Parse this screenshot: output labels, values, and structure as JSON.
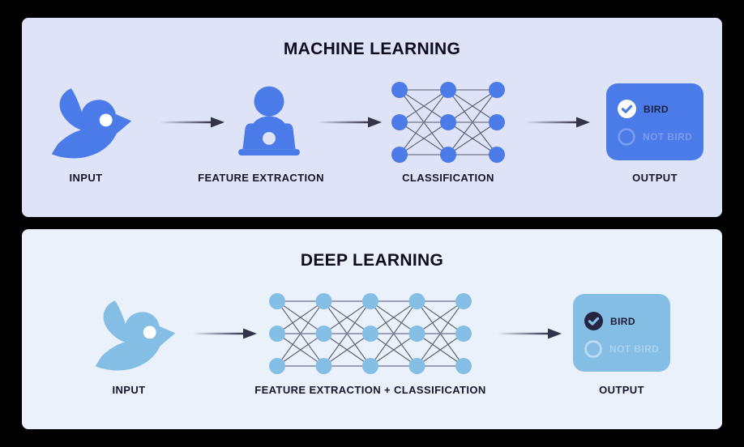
{
  "ml": {
    "title": "MACHINE LEARNING",
    "input_label": "INPUT",
    "feature_label": "FEATURE EXTRACTION",
    "classification_label": "CLASSIFICATION",
    "output_label": "OUTPUT",
    "output_box": {
      "selected_option": "BIRD",
      "unselected_option": "NOT BIRD"
    },
    "network": {
      "layers": 3,
      "nodes_per_layer": 3
    }
  },
  "dl": {
    "title": "DEEP LEARNING",
    "input_label": "INPUT",
    "feature_classification_label": "FEATURE EXTRACTION + CLASSIFICATION",
    "output_label": "OUTPUT",
    "output_box": {
      "selected_option": "BIRD",
      "unselected_option": "NOT BIRD"
    },
    "network": {
      "layers": 5,
      "nodes_per_layer": 3
    }
  },
  "icons": [
    "bird-icon",
    "person-at-laptop-icon",
    "neural-network",
    "arrow-right-icon",
    "check-circle-icon",
    "radio-circle-icon"
  ],
  "colors": {
    "canvas_bg": "#000000",
    "ml_panel_bg": "#DFE3F8",
    "dl_panel_bg": "#EAF1FA",
    "ml_accent": "#4A7BE8",
    "dl_accent": "#85BEE5",
    "title_text": "#0D0D1F",
    "label_text": "#15152B",
    "arrow": "#33334A",
    "ml_selected_text": "#1B2145",
    "ml_unselected": "#7C9CEE",
    "dl_selected_text": "#1B1B35",
    "dl_unselected": "#A9D3EE",
    "dl_check_circle_bg": "#252542",
    "net_line_horizontal": "#9AA0B4",
    "net_line_diagonal": "#565D6D"
  }
}
